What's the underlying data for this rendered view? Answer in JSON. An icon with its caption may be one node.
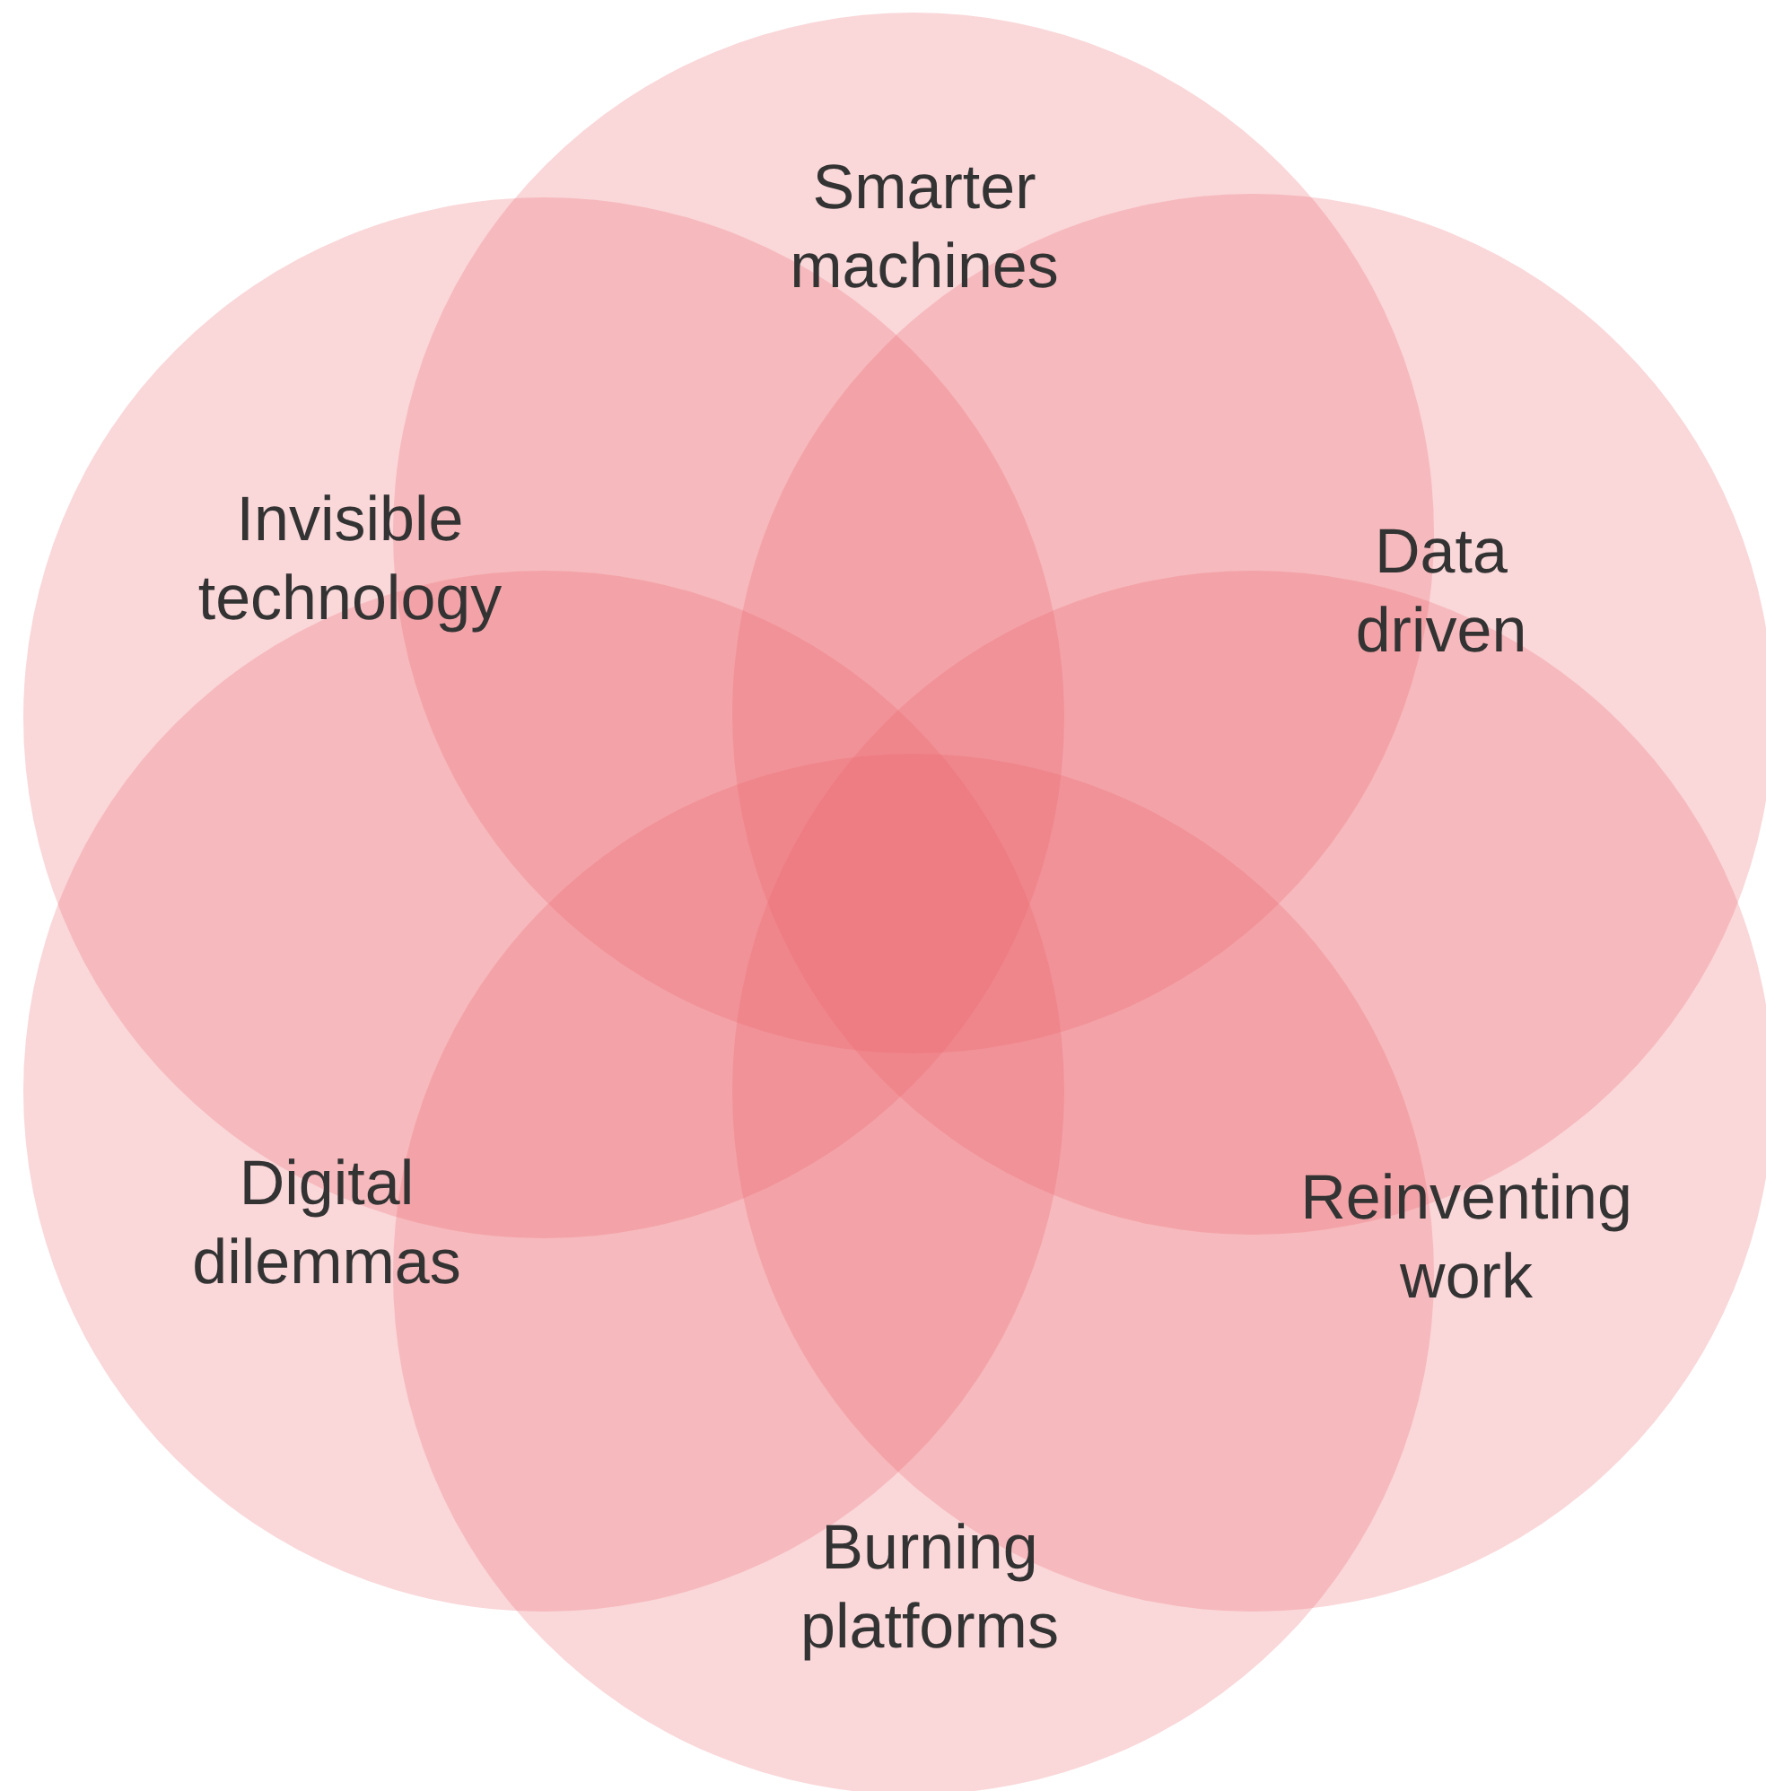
{
  "diagram": {
    "nodes": [
      {
        "text": [
          "Smarter machines"
        ]
      },
      {
        "text": [
          "Data driven"
        ]
      },
      {
        "text": [
          "Reinventing work"
        ]
      },
      {
        "text": [
          "Burning platforms"
        ]
      },
      {
        "text": [
          "Digital dilemmas"
        ]
      },
      {
        "text": [
          "Invisible technology"
        ]
      }
    ]
  }
}
